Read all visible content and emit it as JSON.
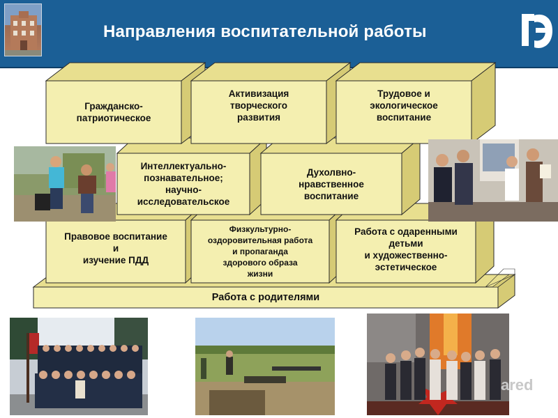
{
  "header": {
    "title": "Направления воспитательной работы",
    "logo_icon": "college-logo-icon",
    "photo_icon": "building-photo"
  },
  "blocks": {
    "civic": "Гражданско-\nпатриотическое",
    "creative": "Активизация\nтворческого\nразвития",
    "labor": "Трудовое и\nэкологическое\nвоспитание",
    "intellectual": "Интеллектуально-\nпознавательное;\nнаучно-\nисследовательское",
    "spiritual": "Духолвно-\nнравственное\nвоспитание",
    "legal": "Правовое воспитание\nи\nизучение ПДД",
    "sport": "Физкультурно-\nоздоровительная работа\nи пропаганда\nздорового образа\nжизни",
    "gifted": "Работа с одаренными\nдетьми\nи художественно-\nэстетическое",
    "parents": "Работа с родителями"
  },
  "watermark": "ared",
  "colors": {
    "header": "#1b5f96",
    "block_face": "#f4efb0",
    "block_top": "#e8df8f",
    "block_side": "#d6cb75",
    "outline": "#2a2a2a"
  }
}
